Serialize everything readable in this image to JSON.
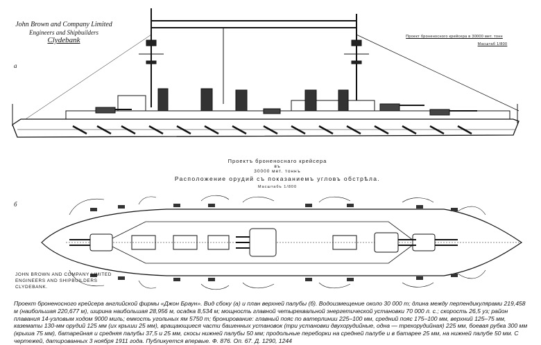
{
  "top_left_firm": {
    "line1": "John Brown and Company Limited",
    "line2": "Engineers and Shipbuilders",
    "line3": "Clydebank"
  },
  "top_right_note": {
    "line1": "Проект броненосного крейсера в 30000 мет. тонн",
    "line2": "Масштаб 1/800"
  },
  "label_a": "а",
  "label_b": "б",
  "center_title": {
    "line1": "Проектъ броненоснаго крейсера",
    "line2": "въ",
    "line3": "30000 мет. тоннъ",
    "line4": "Расположение орудий съ показаниемъ угловъ обстрѣла.",
    "line5": "Масштабъ 1/800"
  },
  "bottom_left_firm": {
    "line1": "John Brown and Company Limited",
    "line2": "Engineers and Shipbuilders",
    "line3": "Clydebank."
  },
  "caption": "Проект броненосного крейсера английской фирмы «Джон Браун». Вид сбоку (а) и план верхней палубы (б). Водоизмещение около 30 000 т; длина между перпендикулярами 219,458 м (наибольшая 220,677 м), ширина наибольшая 28,956 м, осадка 8,534 м; мощность главной четырехвальной энергетической установки 70 000 л. с.; скорость 26,5 уз; район плавания 14-узловым ходом 9000 миль; емкость угольных ям 5750 т; бронирование: главный пояс по ватерлинии 225–100 мм, средний пояс 175–100 мм, верхний 125–75 мм, казематы 130-мм орудий 125 мм (их крыши 25 мм), вращающиеся части башенных установок (три установки двухорудийные, одна — трехорудийная) 225 мм, боевая рубка 300 мм (крыша 75 мм), батарейная и средняя палубы 37,5 и 25 мм, скосы нижней палубы 50 мм; продольные переборки на средней палубе и в батарее 25 мм, на нижней палубе 50 мм. С чертежей, датированных 3 ноября 1911 года. Публикуется впервые. Ф. 876. Оп. 67. Д. 1290, 1244"
}
